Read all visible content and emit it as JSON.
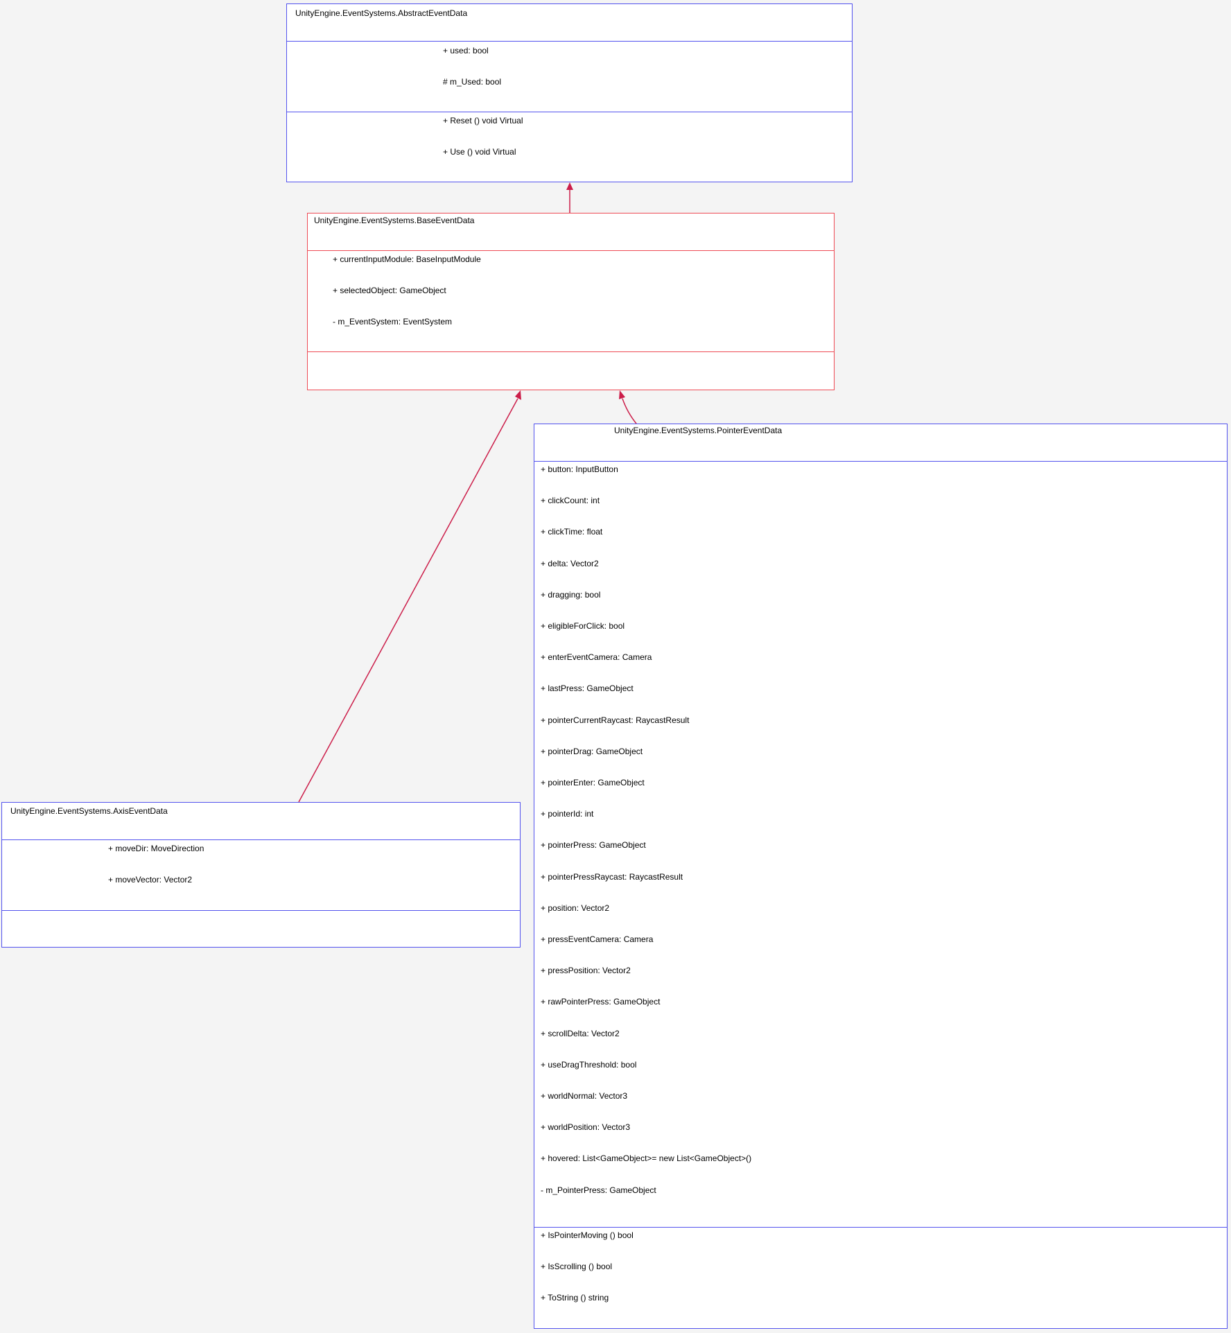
{
  "classes": {
    "abstract": {
      "name": "UnityEngine.EventSystems.AbstractEventData",
      "attributes": [
        "+ used: bool",
        "# m_Used: bool"
      ],
      "methods": [
        "+ Reset () void Virtual",
        "+ Use () void Virtual"
      ]
    },
    "base": {
      "name": "UnityEngine.EventSystems.BaseEventData",
      "attributes": [
        "+ currentInputModule: BaseInputModule",
        "+ selectedObject: GameObject",
        "- m_EventSystem: EventSystem"
      ],
      "methods": []
    },
    "axis": {
      "name": "UnityEngine.EventSystems.AxisEventData",
      "attributes": [
        "+ moveDir: MoveDirection",
        "+ moveVector: Vector2"
      ],
      "methods": []
    },
    "pointer": {
      "name": "UnityEngine.EventSystems.PointerEventData",
      "attributes": [
        "+ button: InputButton",
        "+ clickCount: int",
        "+ clickTime: float",
        "+ delta: Vector2",
        "+ dragging: bool",
        "+ eligibleForClick: bool",
        "+ enterEventCamera: Camera",
        "+ lastPress: GameObject",
        "+ pointerCurrentRaycast: RaycastResult",
        "+ pointerDrag: GameObject",
        "+ pointerEnter: GameObject",
        "+ pointerId: int",
        "+ pointerPress: GameObject",
        "+ pointerPressRaycast: RaycastResult",
        "+ position: Vector2",
        "+ pressEventCamera: Camera",
        "+ pressPosition: Vector2",
        "+ rawPointerPress: GameObject",
        "+ scrollDelta: Vector2",
        "+ useDragThreshold: bool",
        "+ worldNormal: Vector3",
        "+ worldPosition: Vector3",
        "+ hovered: List<GameObject>= new List<GameObject>()",
        "- m_PointerPress: GameObject"
      ],
      "methods": [
        "+ IsPointerMoving () bool",
        "+ IsScrolling () bool",
        "+ ToString () string"
      ]
    }
  },
  "relationships": [
    {
      "from": "base",
      "to": "abstract",
      "type": "inheritance"
    },
    {
      "from": "axis",
      "to": "base",
      "type": "inheritance"
    },
    {
      "from": "pointer",
      "to": "base",
      "type": "inheritance"
    }
  ],
  "colors": {
    "background": "#f4f4f4",
    "class_border": "#5252ee",
    "highlight_border": "#ee4b55",
    "arrow": "#cc1e4a"
  }
}
